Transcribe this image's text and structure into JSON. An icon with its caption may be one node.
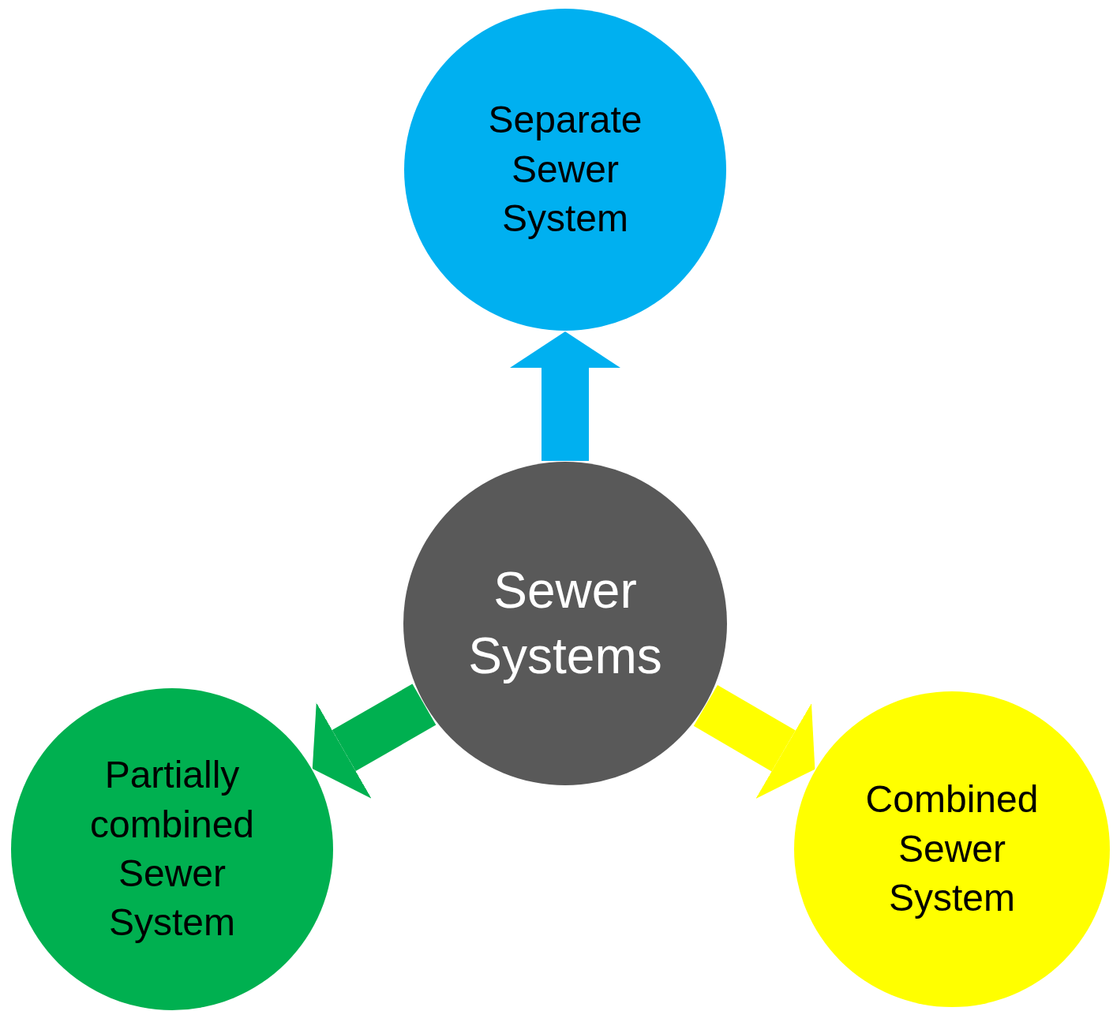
{
  "diagram": {
    "nodes": [
      {
        "text": [
          "Sewer Systems"
        ]
      },
      {
        "text": [
          "Separate Sewer System"
        ]
      },
      {
        "text": [
          "Partially combined Sewer System"
        ]
      },
      {
        "text": [
          "Combined Sewer System"
        ]
      }
    ],
    "edges": [
      {
        "from": 0,
        "to": 1,
        "arrow": "to",
        "color": "#00b0f0"
      },
      {
        "from": 0,
        "to": 2,
        "arrow": "to",
        "color": "#00b050"
      },
      {
        "from": 0,
        "to": 3,
        "arrow": "to",
        "color": "#ffff00"
      }
    ]
  }
}
